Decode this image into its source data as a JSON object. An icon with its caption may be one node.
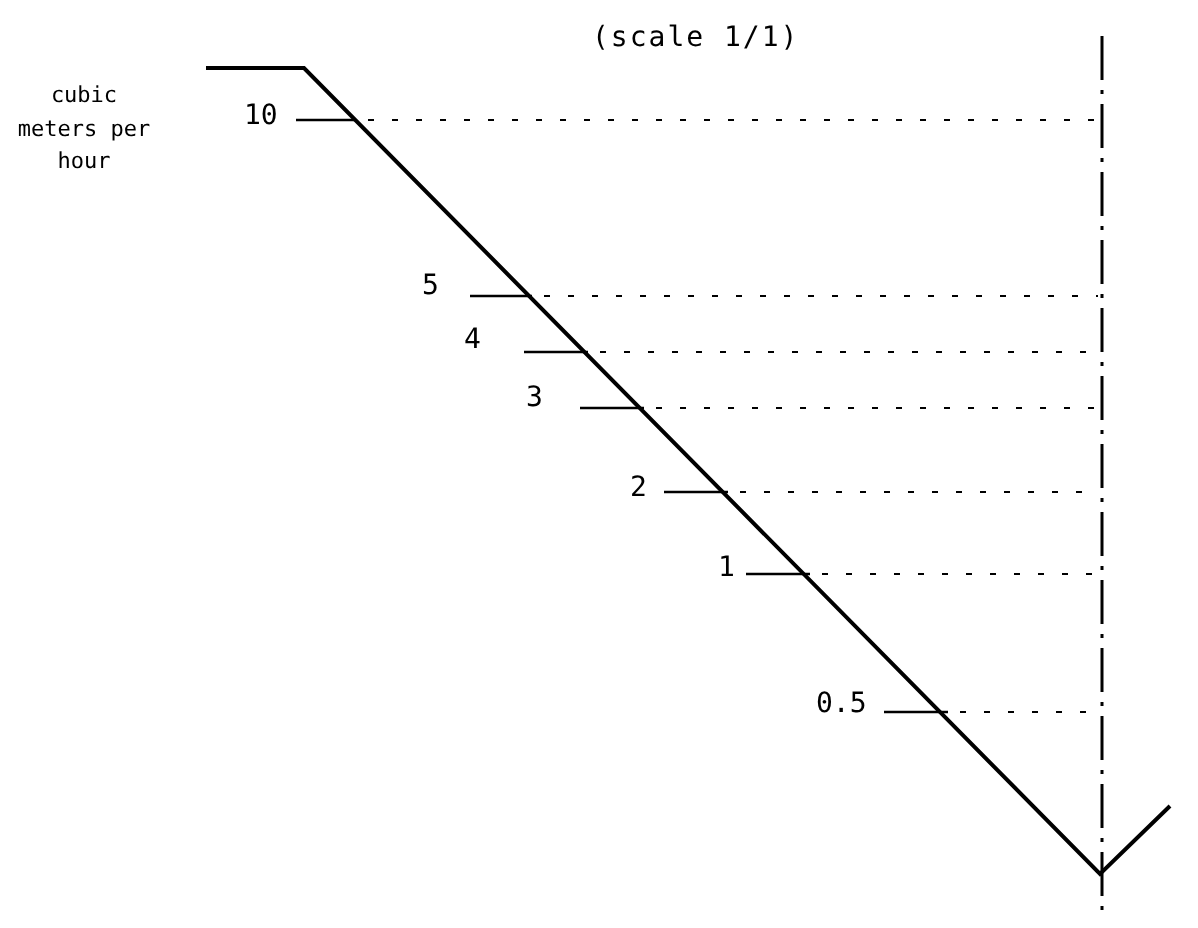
{
  "diagram": {
    "title": "(scale 1/1)",
    "labels": [
      "cubic meters per hour",
      "10",
      "5",
      "4",
      "3",
      "2",
      "1",
      "0.5"
    ]
  }
}
